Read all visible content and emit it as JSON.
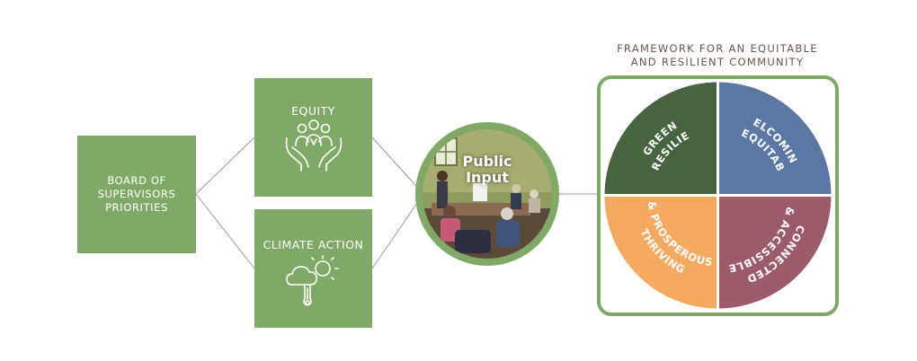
{
  "board": {
    "label": "BOARD OF SUPERVISORS PRIORITIES"
  },
  "equity": {
    "label": "EQUITY",
    "icon": "hands-people-icon"
  },
  "climate": {
    "label": "CLIMATE ACTION",
    "icon": "thermometer-sun-cloud-icon"
  },
  "public_input": {
    "label_line1": "Public",
    "label_line2": "Input"
  },
  "framework": {
    "title_line1": "FRAMEWORK FOR AN EQUITABLE",
    "title_line2": "AND RESILIENT COMMUNITY",
    "quadrants": [
      {
        "line1": "GREEN",
        "line2": "& RESILIENT",
        "color": "#466440"
      },
      {
        "line1": "WELCOMING",
        "line2": "& EQUITABLE",
        "color": "#5a78a3"
      },
      {
        "line1": "CONNECTED",
        "line2": "& ACCESSIBLE",
        "color": "#9b5b6b"
      },
      {
        "line1": "THRIVING",
        "line2": "& PROSPEROUS",
        "color": "#f5aa62"
      }
    ]
  },
  "colors": {
    "accent_green": "#80a967",
    "title_brown": "#6b5546"
  }
}
